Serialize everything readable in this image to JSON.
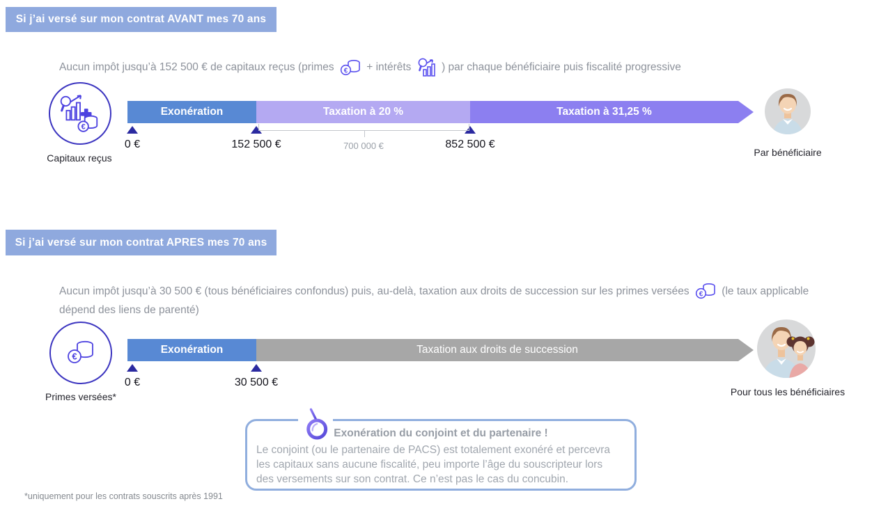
{
  "colors": {
    "banner_bg": "#8fa9de",
    "exoneration_blue": "#5889d4",
    "taxation20_purple": "#b4a9f2",
    "taxation3125_purple": "#8c7ff0",
    "succession_gray": "#a7a7a7",
    "marker_triangle": "#2b2aa0",
    "icon_purple": "#4d42e0"
  },
  "section_before_70": {
    "banner": "Si j’ai versé sur mon contrat AVANT mes 70 ans",
    "desc": {
      "p1": "Aucun impôt jusqu’à 152 500 € de capitaux reçus (primes",
      "p2": "+ intérêts",
      "p3": ") par chaque bénéficiaire puis fiscalité progressive"
    },
    "left_icon_label": "Capitaux reçus",
    "segments": [
      {
        "label": "Exonération",
        "color": "#5889d4"
      },
      {
        "label": "Taxation à 20 %",
        "color": "#b4a9f2"
      },
      {
        "label": "Taxation à 31,25 %",
        "color": "#8c7ff0"
      }
    ],
    "markers": [
      "0 €",
      "152 500 €",
      "852 500 €"
    ],
    "bracket_label": "700 000 €",
    "right_label": "Par bénéficiaire"
  },
  "section_after_70": {
    "banner": "Si j’ai versé sur mon contrat APRES mes 70 ans",
    "desc": {
      "p1": "Aucun impôt jusqu’à 30 500 € (tous bénéficiaires confondus) puis, au-delà, taxation aux droits de succession sur les primes versées",
      "p2": "(le taux applicable dépend des liens de parenté)"
    },
    "left_icon_label": "Primes versées*",
    "segments": [
      {
        "label": "Exonération",
        "color": "#5889d4"
      },
      {
        "label": "Taxation aux droits de succession",
        "color": "#a7a7a7"
      }
    ],
    "markers": [
      "0 €",
      "30 500 €"
    ],
    "right_label": "Pour tous les bénéficiaires"
  },
  "info_box": {
    "title": "Exonération du conjoint et du partenaire !",
    "body": "Le conjoint (ou le partenaire de PACS) est totalement exonéré et percevra les capitaux sans aucune fiscalité, peu importe l’âge du souscripteur lors des versements sur son contrat. Ce n’est pas le cas du concubin."
  },
  "footnote": "*uniquement pour les contrats souscrits après 1991"
}
